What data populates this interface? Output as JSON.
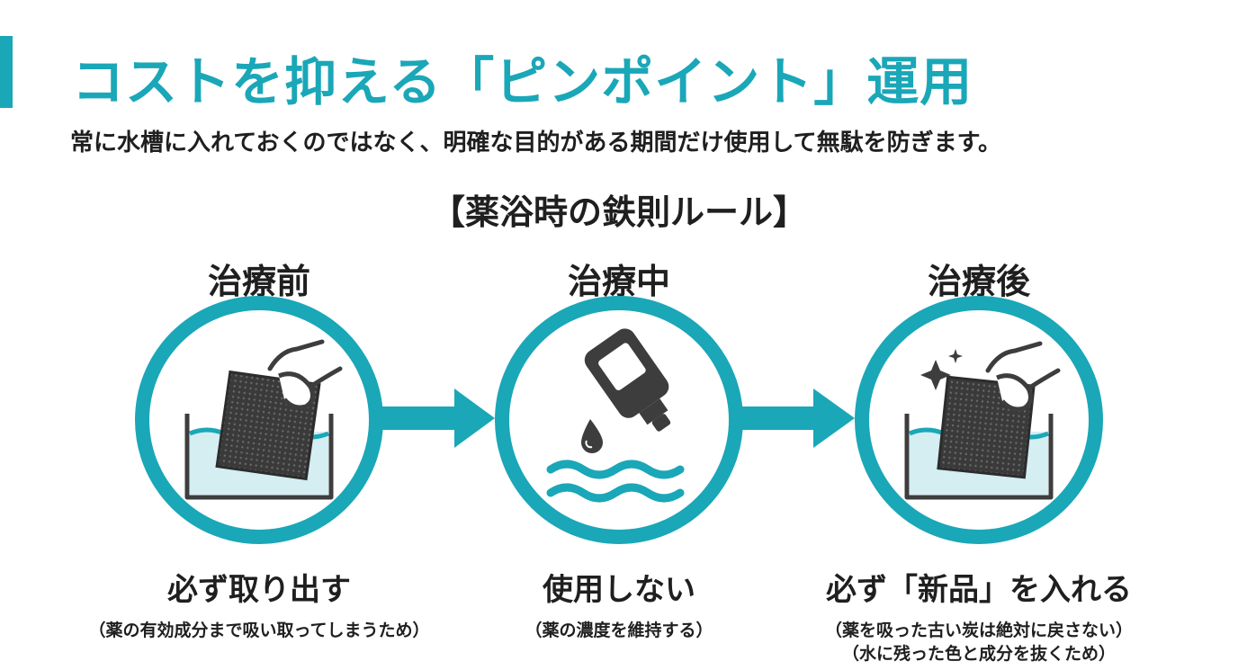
{
  "header": {
    "title": "コストを抑える「ピンポイント」運用",
    "subtitle": "常に水槽に入れておくのではなく、明確な目的がある期間だけ使用して無駄を防ぎます。"
  },
  "rule_title": "【薬浴時の鉄則ルール】",
  "stages": [
    {
      "label": "治療前",
      "action": "必ず取り出す",
      "notes": [
        "（薬の有効成分まで吸い取ってしまうため）"
      ],
      "icon": "hand-removing-filter-icon"
    },
    {
      "label": "治療中",
      "action": "使用しない",
      "notes": [
        "（薬の濃度を維持する）"
      ],
      "icon": "medicine-bottle-icon"
    },
    {
      "label": "治療後",
      "action": "必ず「新品」を入れる",
      "notes": [
        "（薬を吸った古い炭は絶対に戻さない）",
        "（水に残った色と成分を抜くため）"
      ],
      "icon": "hand-inserting-new-filter-icon"
    }
  ],
  "colors": {
    "accent": "#1aa7b8",
    "water": "#d4eef2",
    "filter": "#3d3d3d",
    "text": "#1f1f1f"
  }
}
